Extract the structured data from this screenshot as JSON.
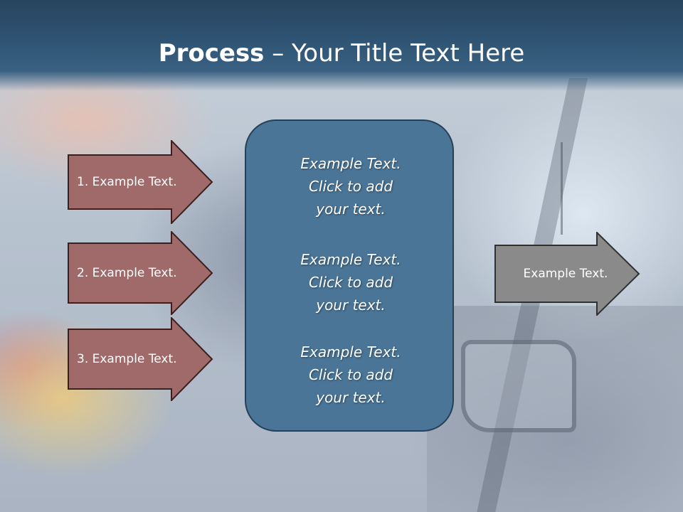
{
  "slide": {
    "title_bold": "Process",
    "title_rest": " – Your Title Text Here"
  },
  "left_arrows": [
    {
      "label": "1. Example Text."
    },
    {
      "label": "2. Example Text."
    },
    {
      "label": "3. Example Text."
    }
  ],
  "center_box": {
    "blocks": [
      {
        "line1": "Example Text.",
        "line2": "Click  to add",
        "line3": "your text."
      },
      {
        "line1": "Example Text.",
        "line2": "Click  to add",
        "line3": "your text."
      },
      {
        "line1": "Example Text.",
        "line2": "Click  to add",
        "line3": "your text."
      }
    ]
  },
  "right_arrow": {
    "label": "Example Text."
  },
  "colors": {
    "title_band": "#2f5474",
    "left_arrow_fill": "#a06a6a",
    "left_arrow_border": "#3c2020",
    "center_box_fill": "#4a7597",
    "center_box_border": "#24405a",
    "right_arrow_fill": "#8a8a8a",
    "right_arrow_border": "#303030"
  }
}
